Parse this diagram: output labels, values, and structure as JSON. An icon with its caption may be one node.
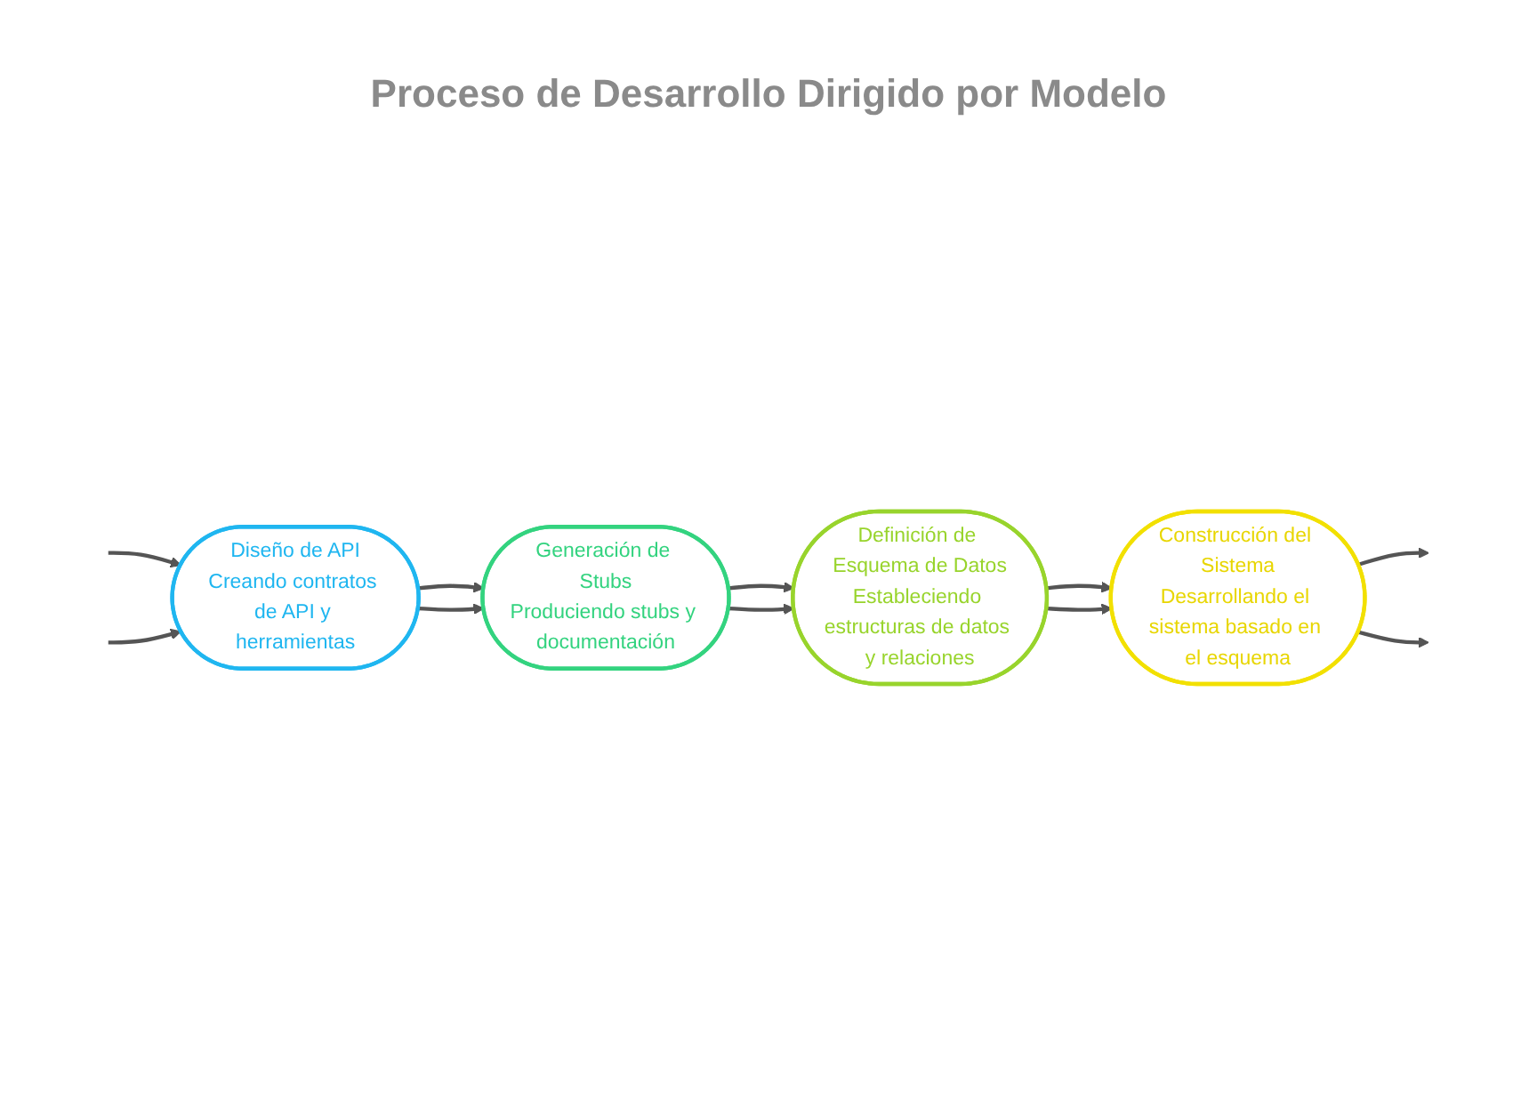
{
  "diagram": {
    "title": "Proceso de Desarrollo Dirigido por Modelo",
    "nodes": [
      {
        "text": [
          "Diseño de API",
          "Creando contratos de API y herramientas"
        ]
      },
      {
        "text": [
          "Generación de Stubs",
          "Produciendo stubs y documentación"
        ]
      },
      {
        "text": [
          "Definición de Esquema de Datos",
          "Estableciendo estructuras de datos y relaciones"
        ]
      },
      {
        "text": [
          "Construcción del Sistema",
          "Desarrollando el sistema basado en el esquema"
        ]
      }
    ],
    "edges": [
      {
        "from": null,
        "to": 0,
        "arrow": "to"
      },
      {
        "from": null,
        "to": 0,
        "arrow": "to"
      },
      {
        "from": 0,
        "to": 1,
        "arrow": "to"
      },
      {
        "from": 0,
        "to": 1,
        "arrow": "to"
      },
      {
        "from": 1,
        "to": 2,
        "arrow": "to"
      },
      {
        "from": 1,
        "to": 2,
        "arrow": "to"
      },
      {
        "from": 2,
        "to": 3,
        "arrow": "to"
      },
      {
        "from": 2,
        "to": 3,
        "arrow": "to"
      },
      {
        "from": 3,
        "to": null,
        "arrow": "to"
      },
      {
        "from": 3,
        "to": null,
        "arrow": "to"
      }
    ]
  }
}
